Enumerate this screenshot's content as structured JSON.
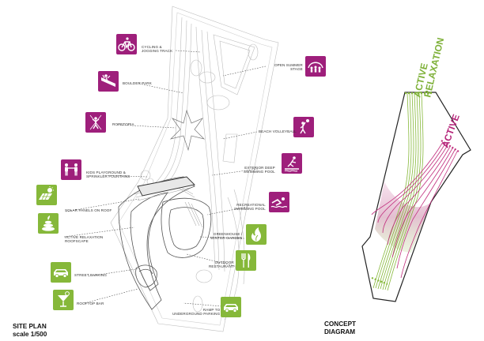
{
  "colors": {
    "active": "#9e1f7b",
    "relax": "#86b83a",
    "line": "#555555"
  },
  "site_plan": {
    "title": "SITE PLAN",
    "scale": "scale 1/500",
    "amenities": [
      {
        "id": "cycling",
        "category": "active",
        "icon": "bicycle-icon",
        "lines": [
          "CYCLING &",
          "JOGGING TRACK"
        ]
      },
      {
        "id": "open-stage",
        "category": "active",
        "icon": "audience-stage-icon",
        "lines": [
          "OPEN SUMMER",
          "STAGE"
        ]
      },
      {
        "id": "boulder",
        "category": "active",
        "icon": "climbing-wall-icon",
        "lines": [
          "BOULDER PARK"
        ]
      },
      {
        "id": "ropetopia",
        "category": "active",
        "icon": "rope-climber-icon",
        "lines": [
          "ROPETOPIA"
        ]
      },
      {
        "id": "beach-volley",
        "category": "active",
        "icon": "volleyball-player-icon",
        "lines": [
          "BEACH VOLLEYBALL"
        ]
      },
      {
        "id": "kids",
        "category": "active",
        "icon": "kids-playground-icon",
        "lines": [
          "KIDS PLAYGROUND &",
          "SPRINKLER FOUNTAINS"
        ]
      },
      {
        "id": "diving",
        "category": "active",
        "icon": "diver-icon",
        "lines": [
          "EXTERIOR DEEP",
          "SWIMMING POOL"
        ]
      },
      {
        "id": "solar",
        "category": "relax",
        "icon": "solar-panel-icon",
        "lines": [
          "SOLAR PANELS ON ROOF"
        ]
      },
      {
        "id": "swimming",
        "category": "active",
        "icon": "swimmer-icon",
        "lines": [
          "RECREATIONAL",
          "SWIMMING POOL"
        ]
      },
      {
        "id": "rooftop-relax",
        "category": "relax",
        "icon": "stones-spa-icon",
        "lines": [
          "ACTIVE RELAXATION",
          "ROOFSCAPE"
        ]
      },
      {
        "id": "greenhouse",
        "category": "relax",
        "icon": "leaf-flame-icon",
        "lines": [
          "GREENHOUSE /",
          "WINTER GARDEN"
        ]
      },
      {
        "id": "restaurant",
        "category": "relax",
        "icon": "fork-knife-icon",
        "lines": [
          "OUTDOOR",
          "RESTAURANT"
        ]
      },
      {
        "id": "street-parking",
        "category": "relax",
        "icon": "car-icon",
        "lines": [
          "STREET PARKING"
        ]
      },
      {
        "id": "rooftop-bar",
        "category": "relax",
        "icon": "cocktail-icon",
        "lines": [
          "ROOFTOP BAR"
        ]
      },
      {
        "id": "ramp",
        "category": "relax",
        "icon": "car-icon",
        "lines": [
          "RAMP TO",
          "UNDERGROUND PARKING"
        ]
      }
    ]
  },
  "concept": {
    "title": "CONCEPT",
    "subtitle": "DIAGRAM",
    "band_active": "ACTIVE",
    "band_relax_line1": "ACTIVE",
    "band_relax_line2": "RELAXATION"
  }
}
